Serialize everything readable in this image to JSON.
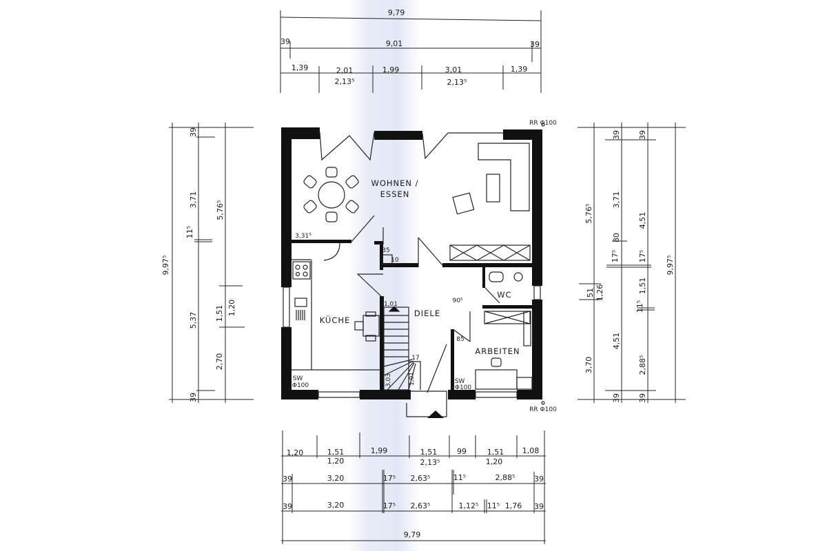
{
  "rooms": {
    "wohnen_line1": "WOHNEN /",
    "wohnen_line2": "ESSEN",
    "kueche": "KÜCHE",
    "diele": "DIELE",
    "wc": "WC",
    "arbeiten": "ARBEITEN"
  },
  "annotations": {
    "dining_width": "3,31⁵",
    "chimney_a": "35",
    "chimney_b": "10",
    "stair_top": "1,01",
    "stair_side": "1,01",
    "stair_run": "3,03",
    "stair_step": "17",
    "door_width": "90⁵",
    "arbeiten_corner": "85",
    "sw_kitchen_1": "SW",
    "sw_kitchen_2": "Φ100",
    "sw_arbeiten_1": "SW",
    "sw_arbeiten_2": "Φ100",
    "rr_top": "RR Φ100",
    "rr_bottom": "RR Φ100"
  },
  "dimensions": {
    "top": {
      "total": "9,79",
      "inner": [
        "39",
        "9,01",
        "39"
      ],
      "openings": [
        "1,39",
        "2,01",
        "1,99",
        "3,01",
        "1,39"
      ],
      "opening_heights": [
        "2,13⁵",
        "2,13⁵"
      ]
    },
    "bottom": {
      "openings": [
        "1,20",
        "1,51",
        "1,99",
        "1,51",
        "99",
        "1,51",
        "1,08"
      ],
      "opening_heights": [
        "1,20",
        "2,13⁵",
        "1,20"
      ],
      "row2": [
        "39",
        "3,20",
        "17⁵",
        "2,63⁵",
        "11⁵",
        "2,88⁵",
        "39"
      ],
      "row3": [
        "39",
        "3,20",
        "17⁵",
        "2,63⁵",
        "1,12⁵",
        "11⁵",
        "1,76",
        "39"
      ],
      "total": "9,79"
    },
    "left": {
      "total": "9,97⁵",
      "inner": [
        "39",
        "3,71",
        "11⁵",
        "5,37",
        "39"
      ],
      "openings": [
        "5,76⁵",
        "1,51",
        "1,20",
        "2,70"
      ]
    },
    "right": {
      "outer": [
        "5,76⁵",
        "51",
        "1,26",
        "3,70"
      ],
      "inner1": [
        "39",
        "3,71",
        "80",
        "17⁵",
        "4,51",
        "39"
      ],
      "inner2": [
        "39",
        "4,51",
        "17⁵",
        "1,51",
        "11⁵",
        "2,88⁵",
        "39"
      ],
      "total": "9,97⁵"
    }
  },
  "colors": {
    "paper": "#ffffff",
    "scan_band": "#e6ebf7",
    "ink": "#111111"
  }
}
